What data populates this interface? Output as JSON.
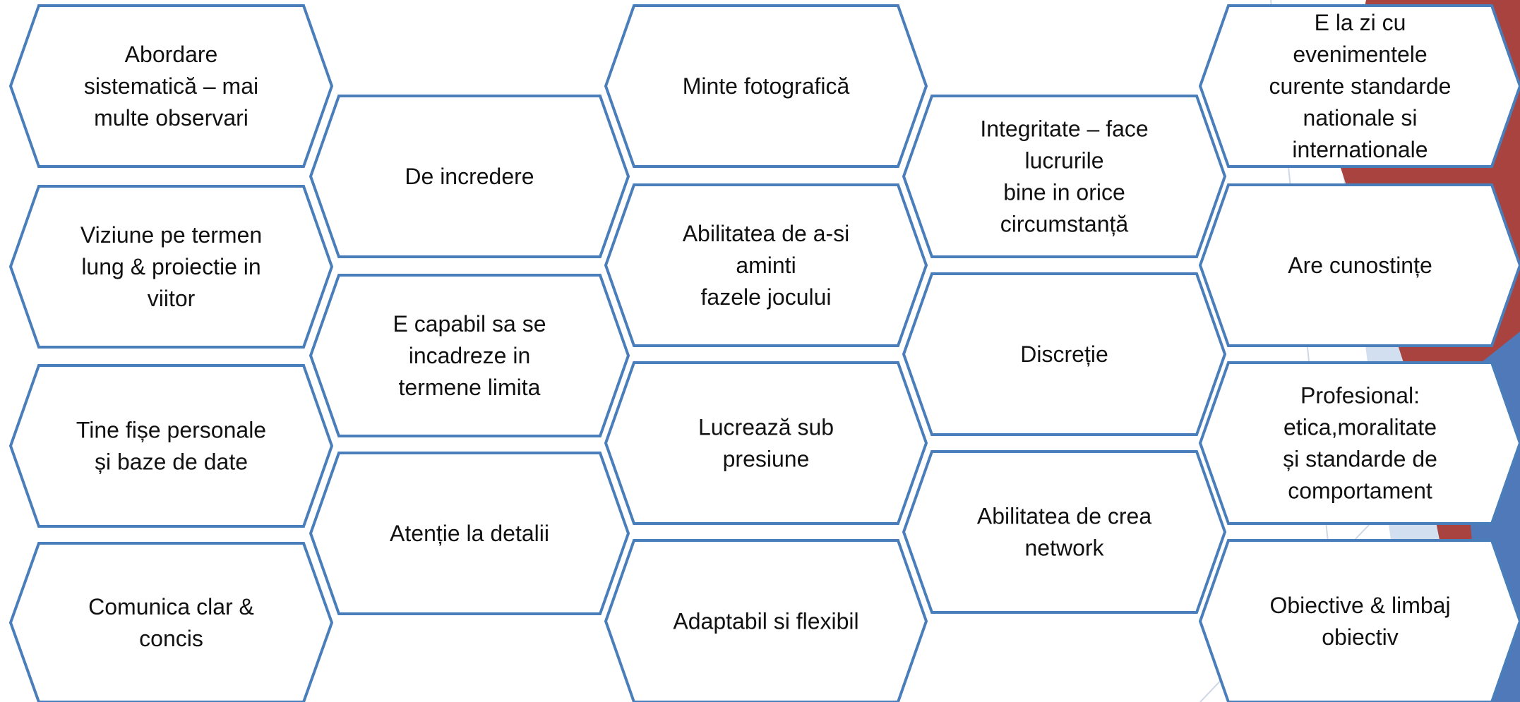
{
  "colors": {
    "hex_stroke": "#4a7ebb",
    "hex_fill": "#ffffff",
    "accent_red": "#a8433f",
    "accent_blue": "#4f79b8",
    "accent_light_blue": "#c3d4eb"
  },
  "columns": [
    {
      "items": [
        {
          "lines": [
            "Abordare",
            "sistematică – mai",
            "multe observari"
          ]
        },
        {
          "lines": [
            "Viziune pe termen",
            "lung & proiectie in",
            "viitor"
          ]
        },
        {
          "lines": [
            "Tine fișe personale",
            "și baze de date"
          ]
        },
        {
          "lines": [
            "Comunica clar &",
            "concis"
          ]
        }
      ]
    },
    {
      "items": [
        {
          "lines": [
            "De incredere"
          ]
        },
        {
          "lines": [
            "E capabil sa se",
            "incadreze in",
            "termene limita"
          ]
        },
        {
          "lines": [
            "Atenție la detalii"
          ]
        }
      ]
    },
    {
      "items": [
        {
          "lines": [
            "Minte fotografică"
          ]
        },
        {
          "lines": [
            "Abilitatea de a-si",
            "aminti",
            "fazele jocului"
          ]
        },
        {
          "lines": [
            "Lucrează sub",
            "presiune"
          ]
        },
        {
          "lines": [
            "Adaptabil si flexibil"
          ]
        }
      ]
    },
    {
      "items": [
        {
          "lines": [
            "Integritate – face",
            "lucrurile",
            "bine in orice",
            "circumstanță"
          ]
        },
        {
          "lines": [
            "Discreție"
          ]
        },
        {
          "lines": [
            "Abilitatea de crea",
            "network"
          ]
        }
      ]
    },
    {
      "items": [
        {
          "lines": [
            "E la zi cu",
            "evenimentele",
            "curente standarde",
            "nationale si",
            "internationale"
          ]
        },
        {
          "lines": [
            "Are cunostințe"
          ]
        },
        {
          "lines": [
            "Profesional:",
            "etica,moralitate",
            "și standarde de",
            "comportament"
          ]
        },
        {
          "lines": [
            "Obiective & limbaj",
            "obiectiv"
          ]
        }
      ]
    }
  ]
}
